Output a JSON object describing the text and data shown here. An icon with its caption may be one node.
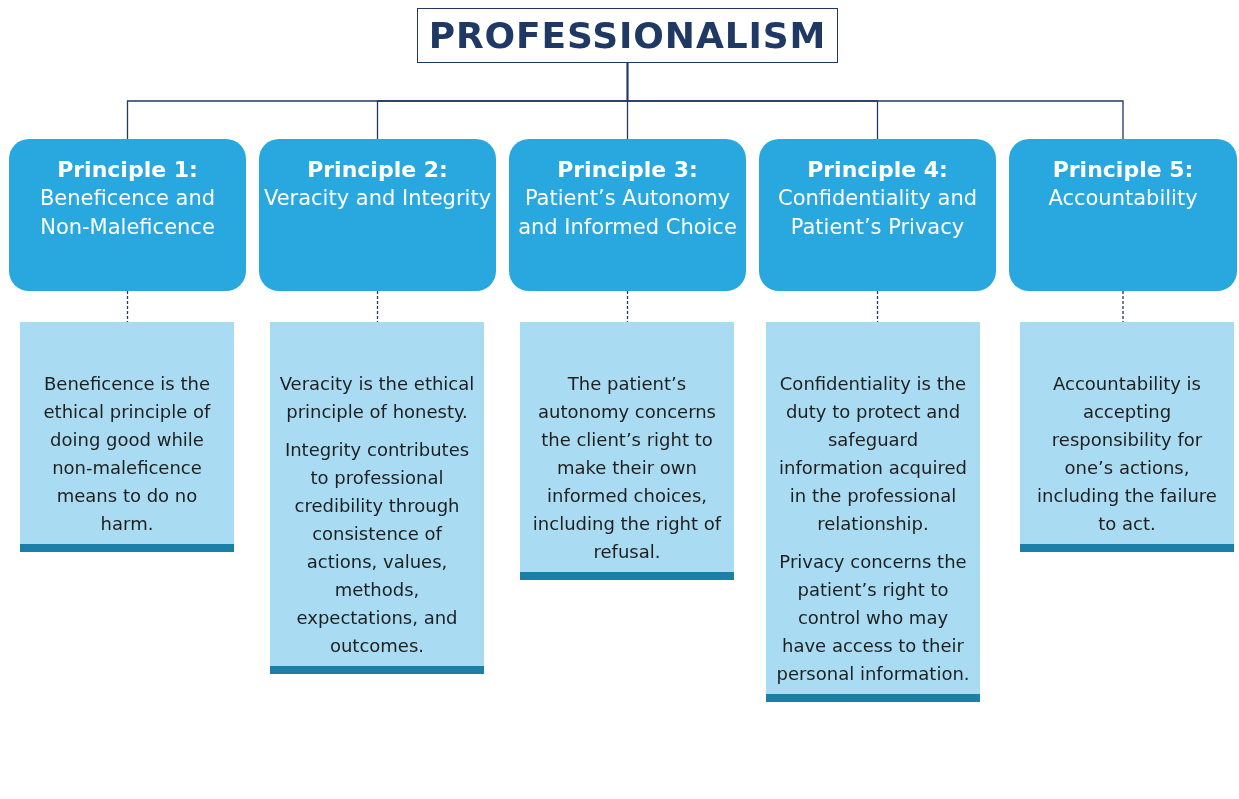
{
  "diagram": {
    "nodes": [
      {
        "text": [
          "PROFESSIONALISM"
        ]
      },
      {
        "text": [
          "Principle 1:",
          "Beneficence and Non-Maleficence"
        ]
      },
      {
        "text": [
          "Principle 2:",
          "Veracity and Integrity"
        ]
      },
      {
        "text": [
          "Principle 3:",
          "Patient’s Autonomy and Informed Choice"
        ]
      },
      {
        "text": [
          "Principle 4:",
          "Confidentiality and Patient’s Privacy"
        ]
      },
      {
        "text": [
          "Principle 5:",
          "Accountability"
        ]
      },
      {
        "text": [
          "Beneficence is the ethical principle of doing good while non-maleficence means to do no harm."
        ]
      },
      {
        "text": [
          "Veracity is the ethical principle of honesty.",
          "Integrity contributes to professional credibility through consistence of actions, values, methods, expectations, and outcomes."
        ]
      },
      {
        "text": [
          "The patient’s autonomy concerns the client’s right to make their own informed choices, including the right of refusal."
        ]
      },
      {
        "text": [
          "Confidentiality is the duty to protect and safeguard information acquired in the professional relationship.",
          "Privacy concerns the patient’s right to control who may have access to their personal information."
        ]
      },
      {
        "text": [
          "Accountability is accepting responsibility for one’s actions, including the failure to act."
        ]
      }
    ],
    "edges": [
      {
        "from": 0,
        "to": 1,
        "arrow": "none"
      },
      {
        "from": 0,
        "to": 2,
        "arrow": "none"
      },
      {
        "from": 0,
        "to": 3,
        "arrow": "none"
      },
      {
        "from": 0,
        "to": 4,
        "arrow": "none"
      },
      {
        "from": 0,
        "to": 5,
        "arrow": "none"
      },
      {
        "from": 1,
        "to": 6,
        "arrow": "other",
        "style": "dashed"
      },
      {
        "from": 2,
        "to": 7,
        "arrow": "other",
        "style": "dashed"
      },
      {
        "from": 3,
        "to": 8,
        "arrow": "other",
        "style": "dashed"
      },
      {
        "from": 4,
        "to": 9,
        "arrow": "other",
        "style": "dashed"
      },
      {
        "from": 5,
        "to": 10,
        "arrow": "other",
        "style": "dashed"
      }
    ]
  }
}
